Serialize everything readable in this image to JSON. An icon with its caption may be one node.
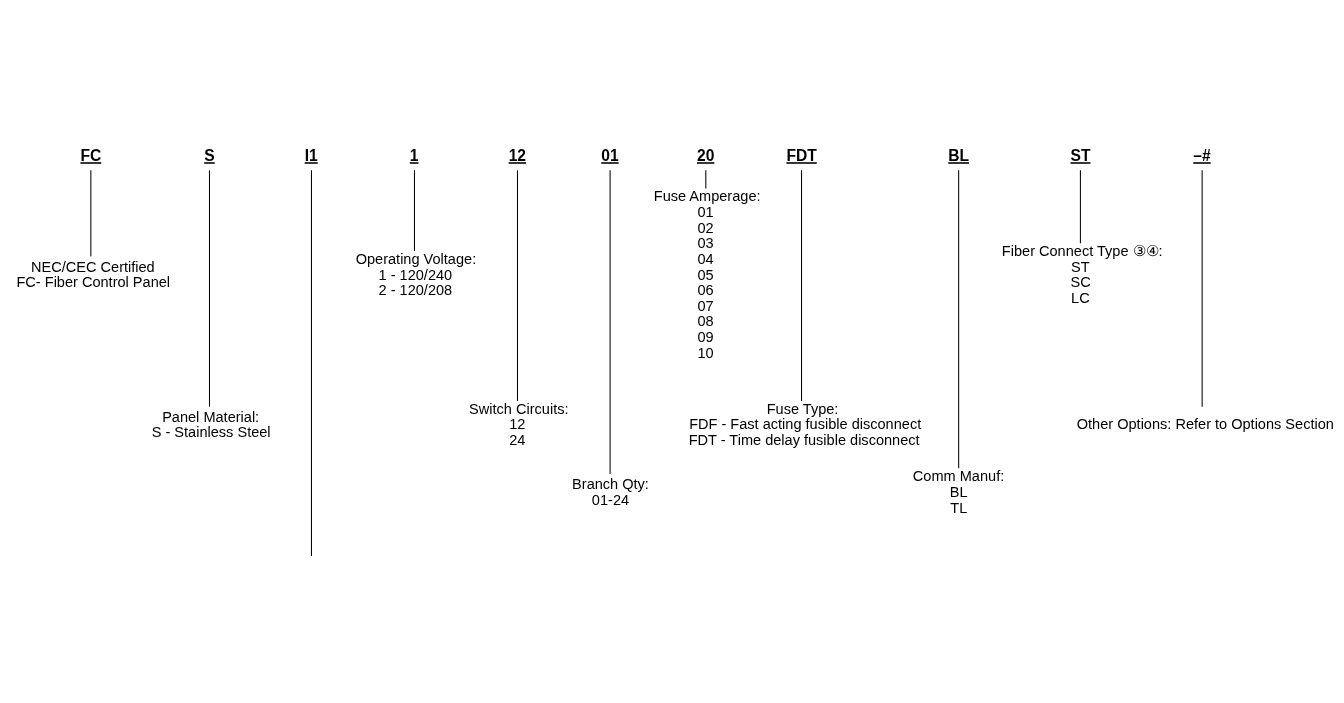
{
  "diagram": {
    "nodes": [
      {
        "text": [
          "FC"
        ]
      },
      {
        "text": [
          "S"
        ]
      },
      {
        "text": [
          "I1"
        ]
      },
      {
        "text": [
          "1"
        ]
      },
      {
        "text": [
          "12"
        ]
      },
      {
        "text": [
          "01"
        ]
      },
      {
        "text": [
          "20"
        ]
      },
      {
        "text": [
          "FDT"
        ]
      },
      {
        "text": [
          "BL"
        ]
      },
      {
        "text": [
          "ST"
        ]
      },
      {
        "text": [
          "–#"
        ]
      },
      {
        "text": [
          "NEC/CEC Certified",
          "FC- Fiber Control Panel"
        ]
      },
      {
        "text": [
          "Panel Material:",
          "S - Stainless Steel"
        ]
      },
      {
        "text": [
          "Operating Voltage:",
          "1 - 120/240",
          "2 - 120/208"
        ]
      },
      {
        "text": [
          "Switch Circuits:",
          "12",
          "24"
        ]
      },
      {
        "text": [
          "Branch Qty:",
          "01-24"
        ]
      },
      {
        "text": [
          "Fuse Amperage:",
          "01",
          "02",
          "03",
          "04",
          "05",
          "06",
          "07",
          "08",
          "09",
          "10"
        ]
      },
      {
        "text": [
          "Fuse Type:",
          "FDF - Fast acting fusible disconnect",
          "FDT - Time delay fusible disconnect"
        ]
      },
      {
        "text": [
          "Comm Manuf:",
          "BL",
          "TL"
        ]
      },
      {
        "text": [
          "Fiber Connect Type ③④:",
          "ST",
          "SC",
          "LC"
        ]
      },
      {
        "text": [
          "Other Options: Refer to Options Section"
        ]
      }
    ],
    "edges": [
      {
        "from": 0,
        "to": 11,
        "arrow": "none"
      },
      {
        "from": 1,
        "to": 12,
        "arrow": "none"
      },
      {
        "from": 2,
        "to": null,
        "arrow": "none"
      },
      {
        "from": 3,
        "to": 13,
        "arrow": "none"
      },
      {
        "from": 4,
        "to": 14,
        "arrow": "none"
      },
      {
        "from": 5,
        "to": 15,
        "arrow": "none"
      },
      {
        "from": 6,
        "to": 16,
        "arrow": "none"
      },
      {
        "from": 7,
        "to": 17,
        "arrow": "none"
      },
      {
        "from": 8,
        "to": 18,
        "arrow": "none"
      },
      {
        "from": 9,
        "to": 19,
        "arrow": "none"
      },
      {
        "from": 10,
        "to": 20,
        "arrow": "none"
      }
    ]
  }
}
